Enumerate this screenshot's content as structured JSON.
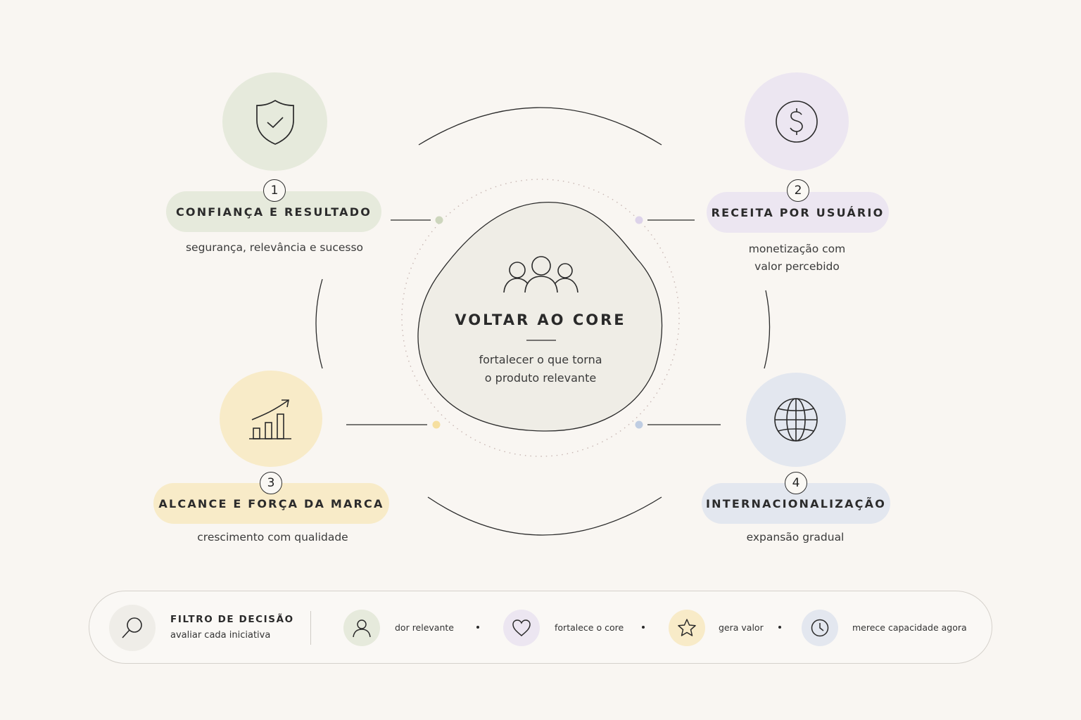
{
  "colors": {
    "background": "#f9f6f2",
    "green": "#e6eadc",
    "purple": "#ece6f1",
    "yellow": "#f8ebc8",
    "blue": "#e3e7ef",
    "core": "#efede6",
    "line": "#2a2a2a"
  },
  "core": {
    "icon": "people-group-icon",
    "title": "VOLTAR AO CORE",
    "subtitle_line1": "fortalecer o que torna",
    "subtitle_line2": "o produto relevante"
  },
  "pillars": [
    {
      "number": "1",
      "title": "CONFIANÇA E RESULTADO",
      "description_line1": "segurança, relevância e sucesso",
      "description_line2": "",
      "icon": "shield-check-icon",
      "color": "#e6eadc"
    },
    {
      "number": "2",
      "title": "RECEITA POR USUÁRIO",
      "description_line1": "monetização com",
      "description_line2": "valor percebido",
      "icon": "dollar-icon",
      "color": "#ece6f1"
    },
    {
      "number": "3",
      "title": "ALCANCE E FORÇA DA MARCA",
      "description_line1": "crescimento com qualidade",
      "description_line2": "",
      "icon": "growth-chart-icon",
      "color": "#f8ebc8"
    },
    {
      "number": "4",
      "title": "INTERNACIONALIZAÇÃO",
      "description_line1": "expansão gradual",
      "description_line2": "",
      "icon": "globe-icon",
      "color": "#e3e7ef"
    }
  ],
  "decision_filter": {
    "title": "FILTRO DE DECISÃO",
    "subtitle": "avaliar cada iniciativa",
    "icon": "search-icon",
    "criteria": [
      {
        "label": "dor relevante",
        "icon": "user-icon",
        "color": "#e6eadc"
      },
      {
        "label": "fortalece o core",
        "icon": "heart-icon",
        "color": "#ece6f1"
      },
      {
        "label": "gera valor",
        "icon": "star-icon",
        "color": "#f8ebc8"
      },
      {
        "label": "merece capacidade agora",
        "icon": "clock-icon",
        "color": "#e3e7ef"
      }
    ]
  }
}
